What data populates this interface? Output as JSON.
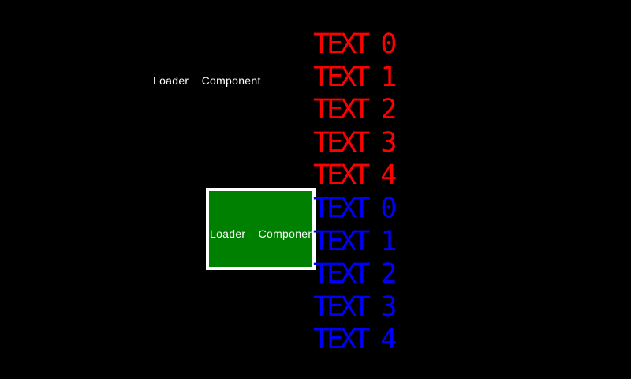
{
  "screen": {
    "background_color": "#000000"
  },
  "standalone_label": {
    "text": "Loader Component",
    "color": "#FFFFFF"
  },
  "loader_box": {
    "label": "Loader Component",
    "label_color": "#FFFFFF",
    "fill_color": "#008000",
    "border_color": "#FFFFFF"
  },
  "text_list": {
    "red_color": "#FF0000",
    "blue_color": "#0000FF",
    "items": [
      {
        "label": "TEXT 0",
        "color": "#FF0000"
      },
      {
        "label": "TEXT 1",
        "color": "#FF0000"
      },
      {
        "label": "TEXT 2",
        "color": "#FF0000"
      },
      {
        "label": "TEXT 3",
        "color": "#FF0000"
      },
      {
        "label": "TEXT 4",
        "color": "#FF0000"
      },
      {
        "label": "TEXT 0",
        "color": "#0000FF"
      },
      {
        "label": "TEXT 1",
        "color": "#0000FF"
      },
      {
        "label": "TEXT 2",
        "color": "#0000FF"
      },
      {
        "label": "TEXT 3",
        "color": "#0000FF"
      },
      {
        "label": "TEXT 4",
        "color": "#0000FF"
      }
    ]
  }
}
